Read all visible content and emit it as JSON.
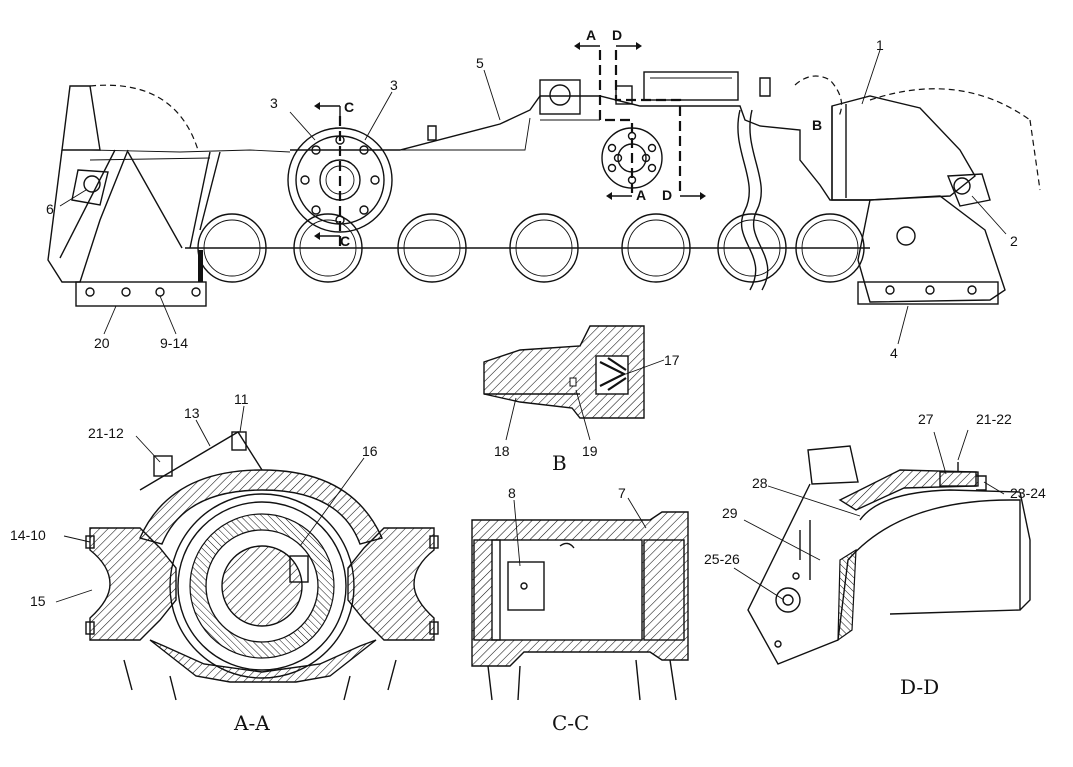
{
  "part_labels": {
    "p1": "1",
    "p2": "2",
    "p3a": "3",
    "p3b": "3",
    "p4": "4",
    "p5": "5",
    "p6": "6",
    "p7": "7",
    "p8": "8",
    "p9_14": "9-14",
    "p11": "11",
    "p13": "13",
    "p14_10": "14-10",
    "p15": "15",
    "p16": "16",
    "p17": "17",
    "p18": "18",
    "p19": "19",
    "p20": "20",
    "p21_12": "21-12",
    "p21_22": "21-22",
    "p23_24": "23-24",
    "p25_26": "25-26",
    "p27": "27",
    "p28": "28",
    "p29": "29"
  },
  "section_markers": {
    "a_top": "A",
    "a_bottom": "A",
    "d_top": "D",
    "d_bottom": "D",
    "c_top": "C",
    "c_bottom": "C",
    "b_detail": "B"
  },
  "view_captions": {
    "aa": "A-A",
    "b": "B",
    "cc": "C-C",
    "dd": "D-D"
  }
}
